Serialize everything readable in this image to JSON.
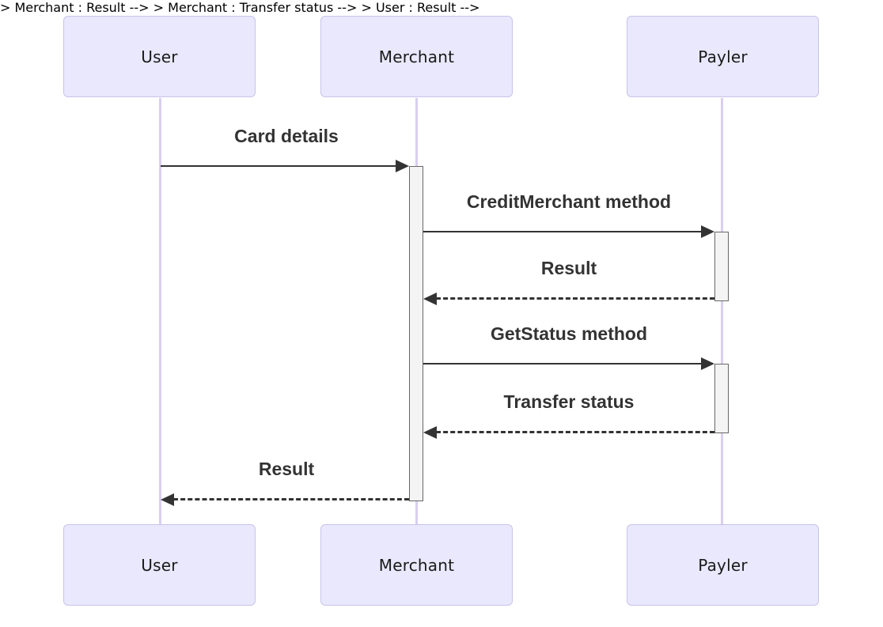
{
  "diagram": {
    "type": "sequence-diagram",
    "actors": [
      {
        "id": "user",
        "name": "User"
      },
      {
        "id": "merchant",
        "name": "Merchant"
      },
      {
        "id": "payler",
        "name": "Payler"
      }
    ],
    "messages": [
      {
        "text": "Card details",
        "from": "User",
        "to": "Merchant",
        "line": "solid"
      },
      {
        "text": "CreditMerchant method",
        "from": "Merchant",
        "to": "Payler",
        "line": "solid"
      },
      {
        "text": "Result",
        "from": "Payler",
        "to": "Merchant",
        "line": "dashed"
      },
      {
        "text": "GetStatus method",
        "from": "Merchant",
        "to": "Payler",
        "line": "solid"
      },
      {
        "text": "Transfer status",
        "from": "Payler",
        "to": "Merchant",
        "line": "dashed"
      },
      {
        "text": "Result",
        "from": "Merchant",
        "to": "User",
        "line": "dashed"
      }
    ],
    "colors": {
      "background": "#ffffff",
      "actor_fill": "#e9e8fc",
      "actor_border": "#c9c3ea",
      "lifeline": "#d9cff0",
      "activation_fill": "#f4f4f4",
      "activation_border": "#666666",
      "message_line": "#333333",
      "message_text": "#333333",
      "actor_text": "#1a1a1a"
    }
  }
}
